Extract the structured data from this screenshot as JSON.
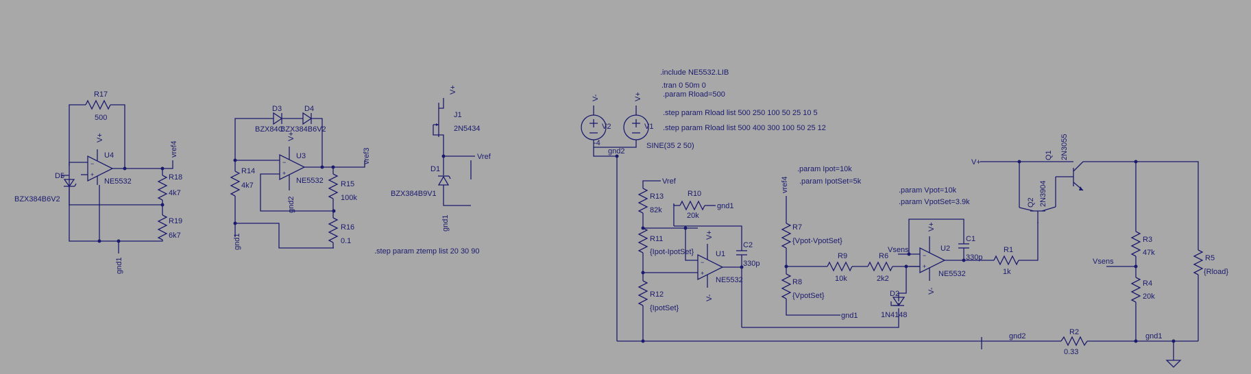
{
  "directives": {
    "include": ".include  NE5532.LIB",
    "tran": ".tran 0 50m 0",
    "param_rload": ".param Rload=500",
    "step1": ".step param  Rload list 500 250 100 50 25 10 5",
    "step2": ".step param  Rload list 500  400 300 100 50 25 12",
    "param_ipot": ".param Ipot=10k",
    "param_ipotset": ".param IpotSet=5k",
    "param_vpot": ".param Vpot=10k",
    "param_vpotset": ".param VpotSet=3.9k",
    "step_temp": ".step param  ztemp list 20 30 90"
  },
  "components": {
    "R17": {
      "name": "R17",
      "value": "500"
    },
    "U4": {
      "name": "U4",
      "value": "NE5532"
    },
    "D5": {
      "name": "D5",
      "value": "BZX384B6V2"
    },
    "R18": {
      "name": "R18",
      "value": "4k7"
    },
    "R19": {
      "name": "R19",
      "value": "6k7"
    },
    "D3": {
      "name": "D3",
      "value": "BZX84C"
    },
    "D4": {
      "name": "D4",
      "value": "BZX384B6V2"
    },
    "U3": {
      "name": "U3",
      "value": "NE5532"
    },
    "R14": {
      "name": "R14",
      "value": "4k7"
    },
    "R15": {
      "name": "R15",
      "value": "100k"
    },
    "R16": {
      "name": "R16",
      "value": "0.1"
    },
    "J1": {
      "name": "J1",
      "value": "2N5434"
    },
    "D1": {
      "name": "D1",
      "value": "BZX384B9V1"
    },
    "V2": {
      "name": "V2",
      "value": "-4"
    },
    "V1": {
      "name": "V1",
      "value": "SINE(35 2 50)"
    },
    "R13": {
      "name": "R13",
      "value": "82k"
    },
    "R10": {
      "name": "R10",
      "value": "20k"
    },
    "R11": {
      "name": "R11",
      "value": "{Ipot-IpotSet}"
    },
    "R12": {
      "name": "R12",
      "value": "{IpotSet}"
    },
    "U1": {
      "name": "U1",
      "value": "NE5532"
    },
    "C2": {
      "name": "C2",
      "value": "330p"
    },
    "R7": {
      "name": "R7",
      "value": "{Vpot-VpotSet}"
    },
    "R8": {
      "name": "R8",
      "value": "{VpotSet}"
    },
    "R9": {
      "name": "R9",
      "value": "10k"
    },
    "R6": {
      "name": "R6",
      "value": "2k2"
    },
    "D2": {
      "name": "D2",
      "value": "1N4148"
    },
    "U2": {
      "name": "U2",
      "value": "NE5532"
    },
    "C1": {
      "name": "C1",
      "value": "330p"
    },
    "R1": {
      "name": "R1",
      "value": "1k"
    },
    "Q1": {
      "name": "Q1",
      "value": "2N3055"
    },
    "Q2": {
      "name": "Q2",
      "value": "2N3904"
    },
    "R3": {
      "name": "R3",
      "value": "47k"
    },
    "R4": {
      "name": "R4",
      "value": "20k"
    },
    "R5": {
      "name": "R5",
      "value": "{Rload}"
    },
    "R2": {
      "name": "R2",
      "value": "0.33"
    }
  },
  "nets": {
    "vplus": "V+",
    "vminus": "V-",
    "vref": "Vref",
    "vref3": "vref3",
    "vref4": "vref4",
    "vsens": "Vsens",
    "gnd1": "gnd1",
    "gnd2": "gnd2"
  },
  "colors": {
    "background": "#a8a8a8",
    "wire": "#1a1a6e"
  }
}
